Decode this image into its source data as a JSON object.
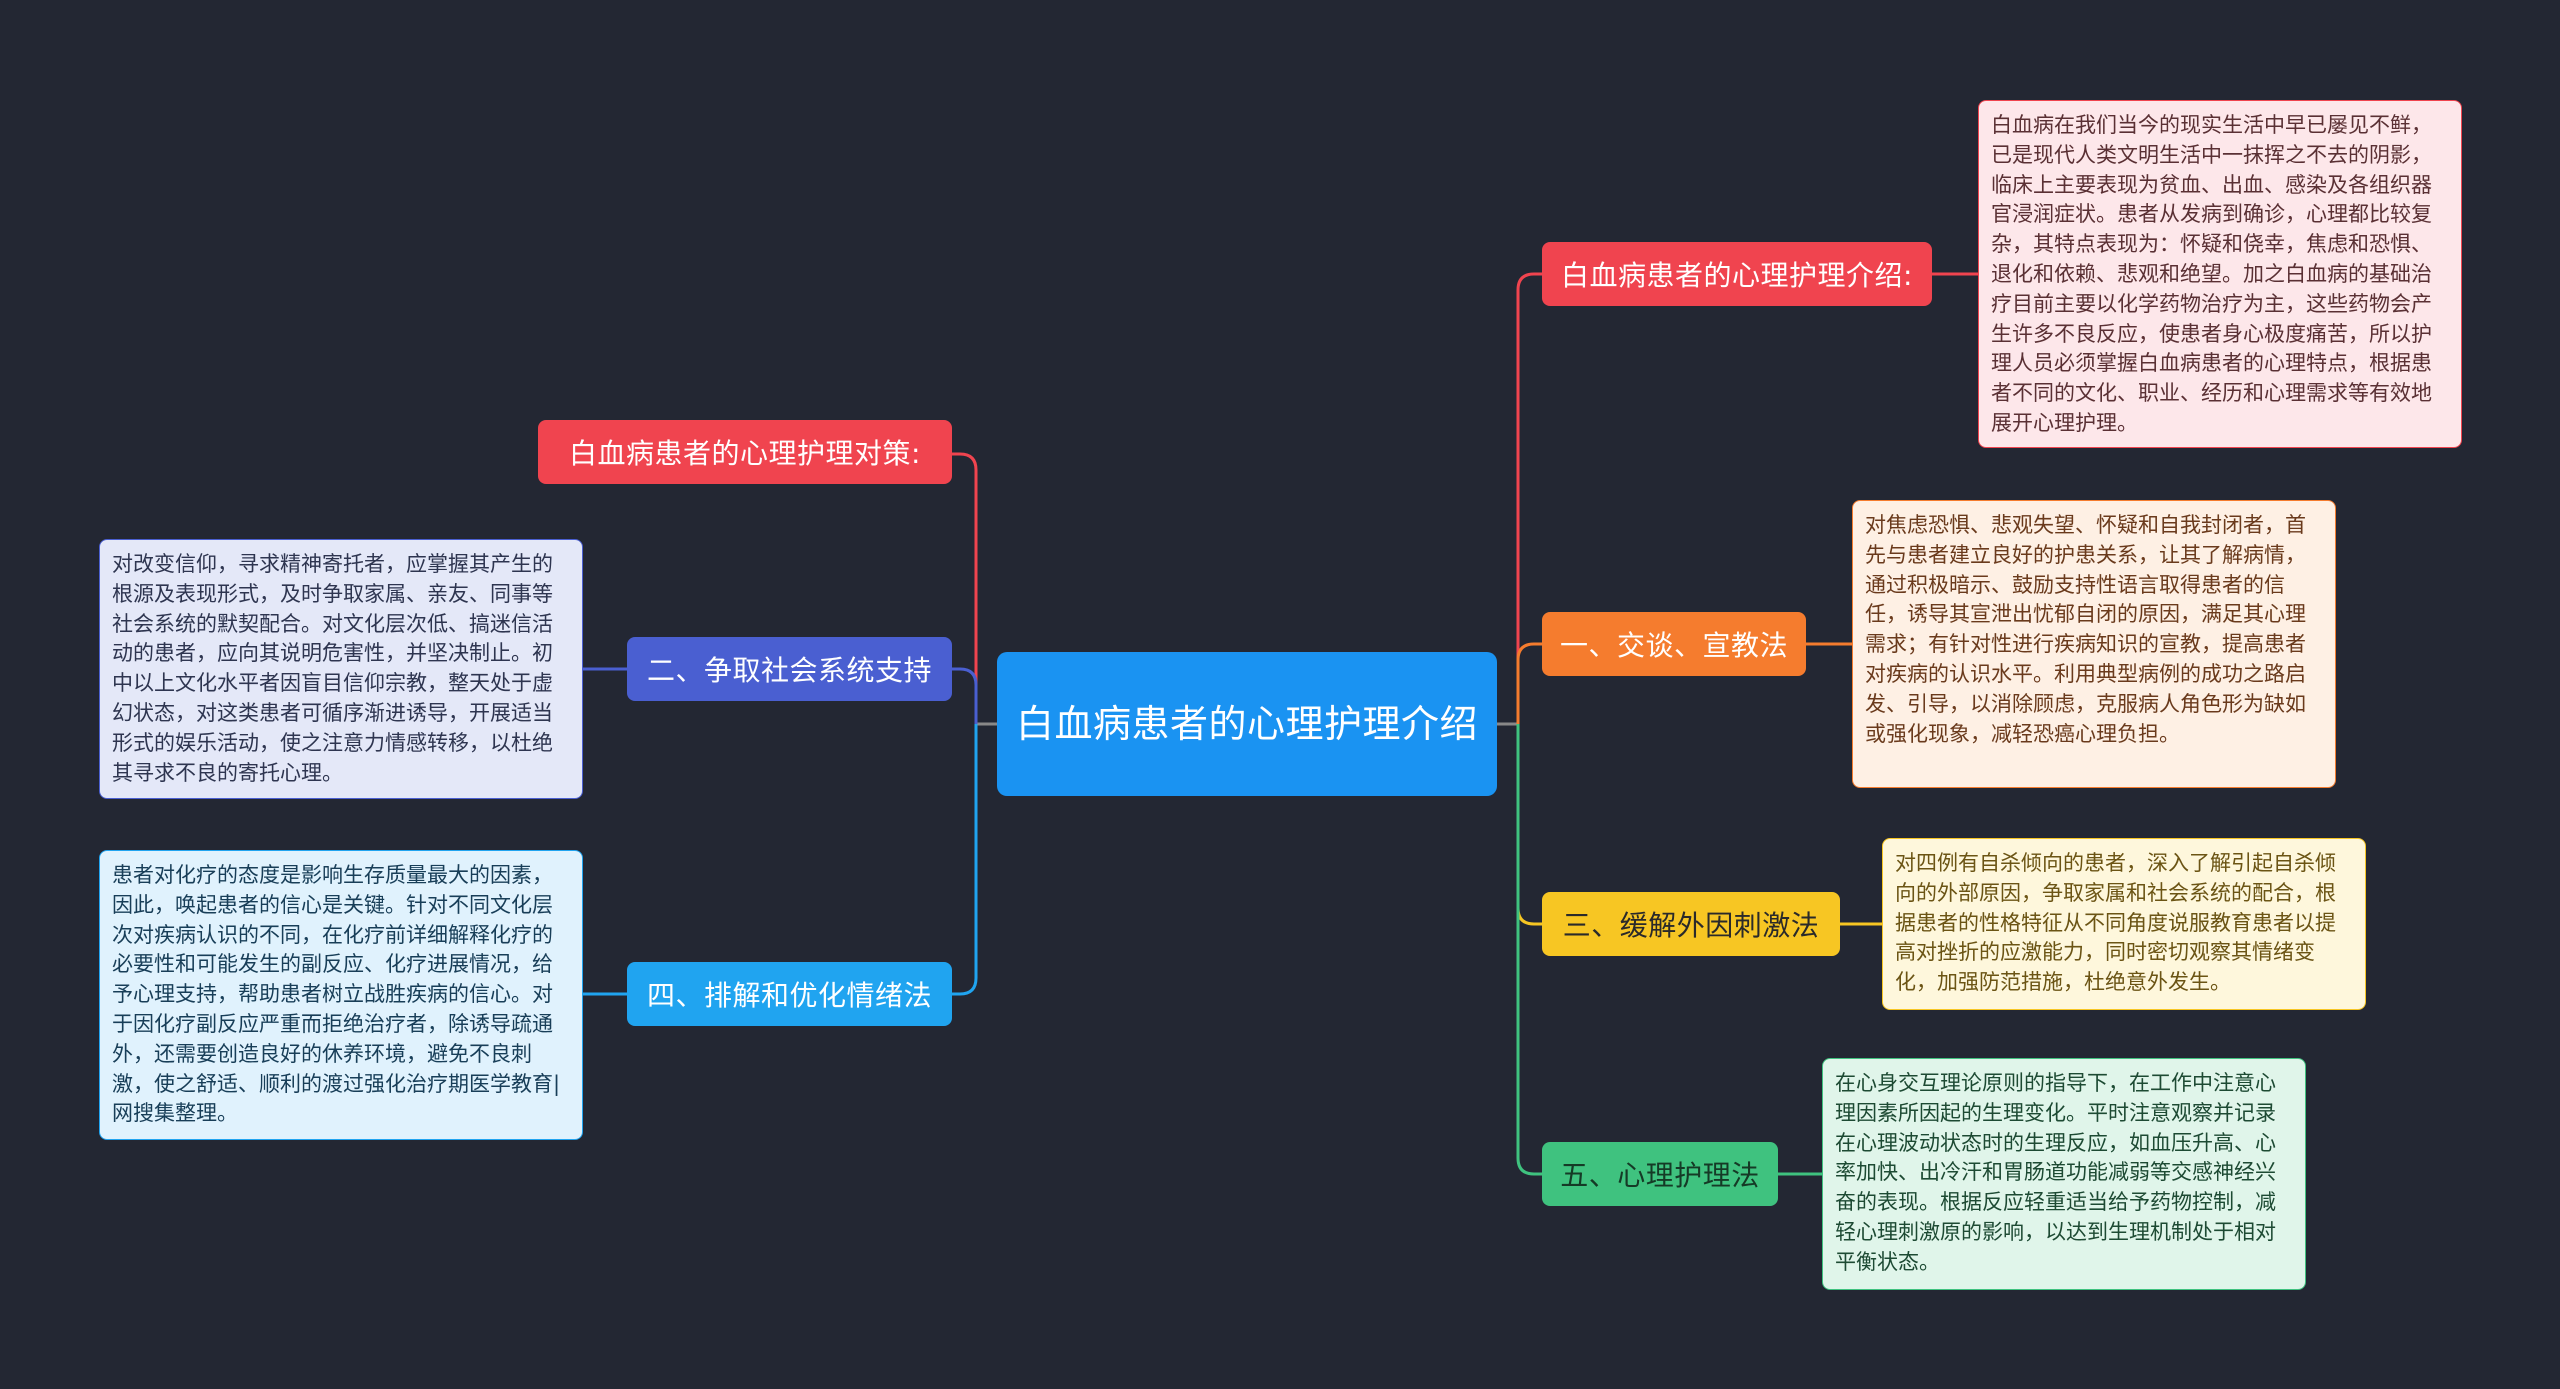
{
  "root": {
    "title": "白血病患者的心理护理介绍"
  },
  "branches": {
    "intro": {
      "label": "白血病患者的心理护理介绍:",
      "color": "#f0444f",
      "detail": "白血病在我们当今的现实生活中早已屡见不鲜，已是现代人类文明生活中一抹挥之不去的阴影，临床上主要表现为贫血、出血、感染及各组织器官浸润症状。患者从发病到确诊，心理都比较复杂，其特点表现为：怀疑和侥幸，焦虑和恐惧、退化和依赖、悲观和绝望。加之白血病的基础治疗目前主要以化学药物治疗为主，这些药物会产生许多不良反应，使患者身心极度痛苦，所以护理人员必须掌握白血病患者的心理特点，根据患者不同的文化、职业、经历和心理需求等有效地展开心理护理。"
    },
    "countermeasure": {
      "label": "白血病患者的心理护理对策:",
      "color": "#f0444f"
    },
    "talk": {
      "label": "一、交谈、宣教法",
      "color": "#f57c2e",
      "detail": "对焦虑恐惧、悲观失望、怀疑和自我封闭者，首先与患者建立良好的护患关系，让其了解病情，通过积极暗示、鼓励支持性语言取得患者的信任，诱导其宣泄出忧郁自闭的原因，满足其心理需求；有针对性进行疾病知识的宣教，提高患者对疾病的认识水平。利用典型病例的成功之路启发、引导，以消除顾虑，克服病人角色形为缺如或强化现象，减轻恐癌心理负担。"
    },
    "social": {
      "label": "二、争取社会系统支持",
      "color": "#4a5fd1",
      "detail": "对改变信仰，寻求精神寄托者，应掌握其产生的根源及表现形式，及时争取家属、亲友、同事等社会系统的默契配合。对文化层次低、搞迷信活动的患者，应向其说明危害性，并坚决制止。初中以上文化水平者因盲目信仰宗教，整天处于虚幻状态，对这类患者可循序渐进诱导，开展适当形式的娱乐活动，使之注意力情感转移，以杜绝其寻求不良的寄托心理。"
    },
    "stimulus": {
      "label": "三、缓解外因刺激法",
      "color": "#f7c623",
      "detail": "对四例有自杀倾向的患者，深入了解引起自杀倾向的外部原因，争取家属和社会系统的配合，根据患者的性格特征从不同角度说服教育患者以提高对挫折的应激能力，同时密切观察其情绪变化，加强防范措施，杜绝意外发生。"
    },
    "emotion": {
      "label": "四、排解和优化情绪法",
      "color": "#20a4f0",
      "detail": "患者对化疗的态度是影响生存质量最大的因素，因此，唤起患者的信心是关键。针对不同文化层次对疾病认识的不同，在化疗前详细解释化疗的必要性和可能发生的副反应、化疗进展情况，给予心理支持，帮助患者树立战胜疾病的信心。对于因化疗副反应严重而拒绝治疗者，除诱导疏通外，还需要创造良好的休养环境，避免不良刺激，使之舒适、顺利的渡过强化治疗期医学教育|网搜集整理。"
    },
    "psych": {
      "label": "五、心理护理法",
      "color": "#3fc27f",
      "detail": "在心身交互理论原则的指导下，在工作中注意心理因素所因起的生理变化。平时注意观察并记录在心理波动状态时的生理反应，如血压升高、心率加快、出冷汗和胃肠道功能减弱等交感神经兴奋的表现。根据反应轻重适当给予药物控制，减轻心理刺激原的影响，以达到生理机制处于相对平衡状态。"
    }
  }
}
